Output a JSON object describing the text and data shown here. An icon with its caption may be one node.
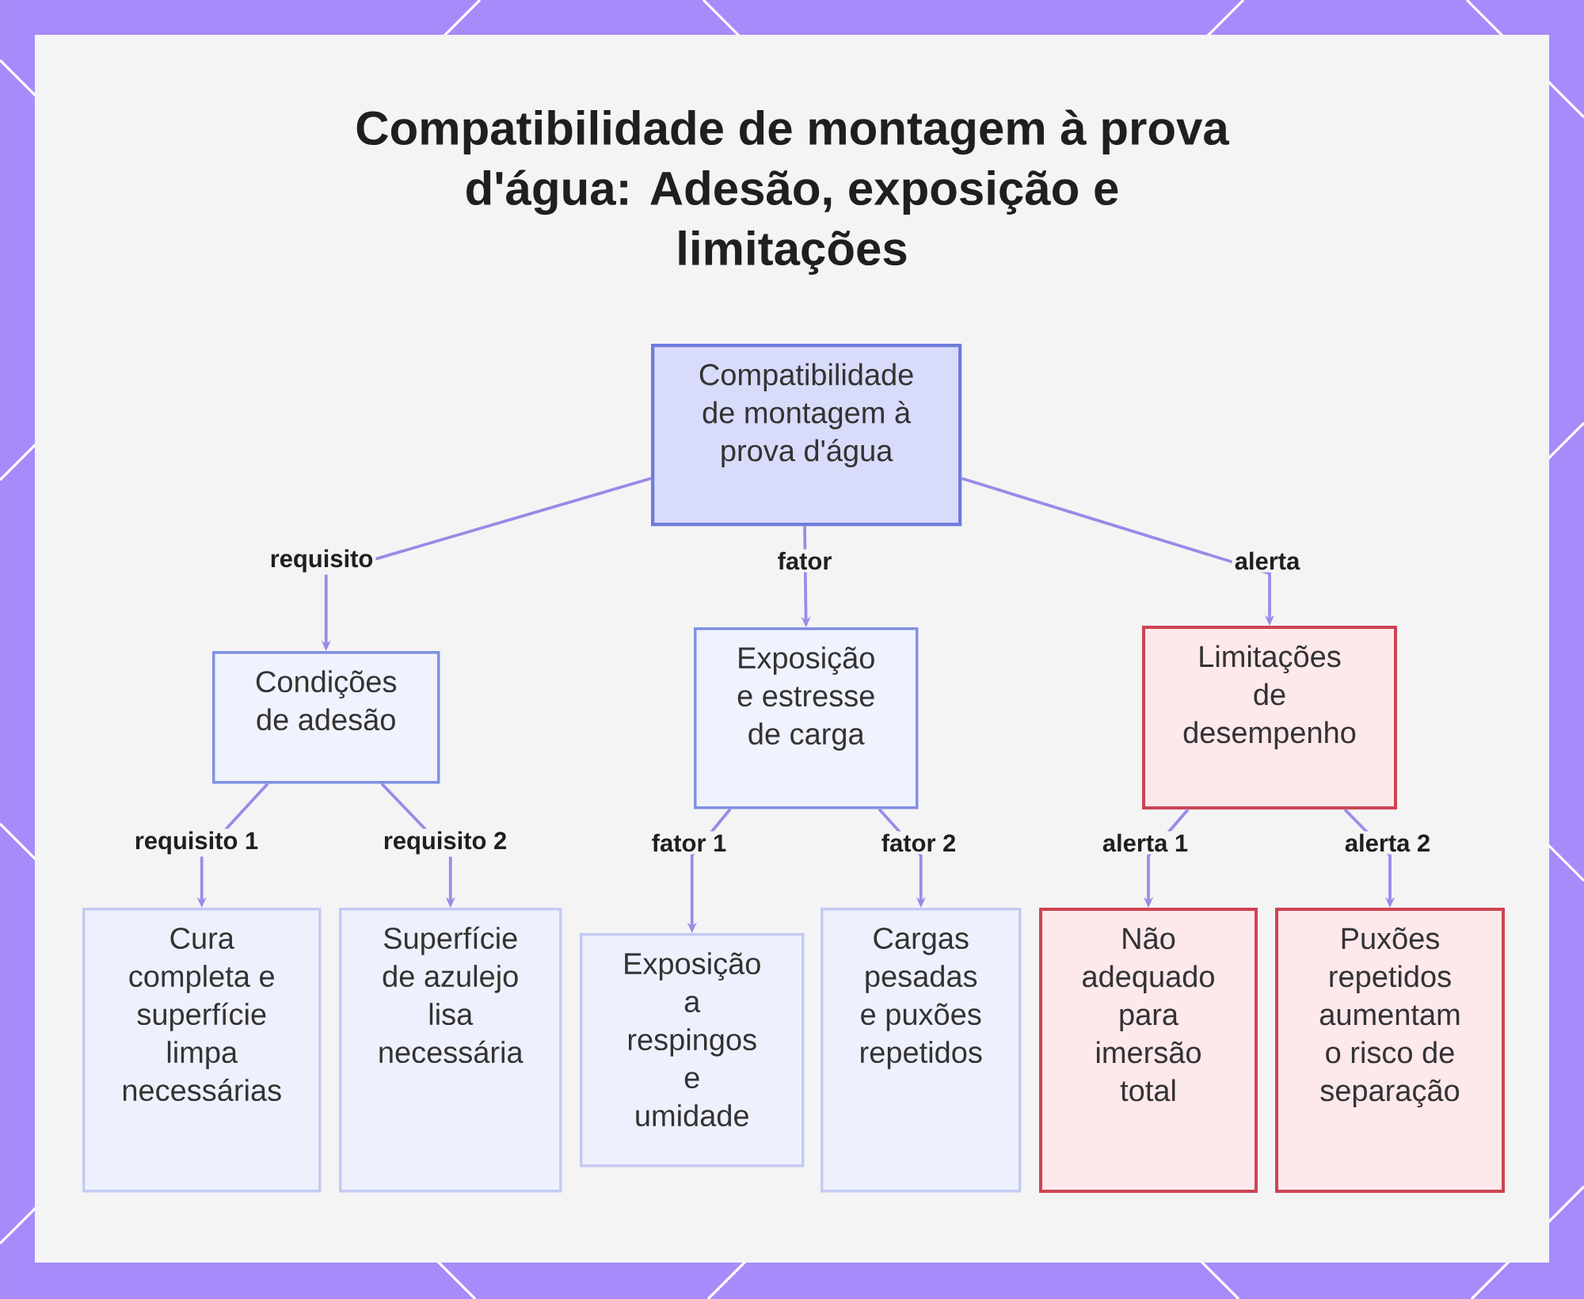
{
  "diagram": {
    "title": "Compatibilidade de montagem à prova d'água: Adesão, exposição e limitações",
    "nodes": [
      {
        "text": [
          "Compatibilidade de montagem à prova d'água"
        ]
      },
      {
        "text": [
          "Condições de adesão"
        ]
      },
      {
        "text": [
          "Exposição e estresse de carga"
        ]
      },
      {
        "text": [
          "Limitações de desempenho"
        ]
      },
      {
        "text": [
          "Cura completa e superfície limpa necessárias"
        ]
      },
      {
        "text": [
          "Superfície de azulejo lisa necessária"
        ]
      },
      {
        "text": [
          "Exposição a respingos e umidade"
        ]
      },
      {
        "text": [
          "Cargas pesadas e puxões repetidos"
        ]
      },
      {
        "text": [
          "Não adequado para imersão total"
        ]
      },
      {
        "text": [
          "Puxões repetidos aumentam o risco de separação"
        ]
      }
    ],
    "edges": [
      {
        "from": 0,
        "to": 1,
        "arrow": "to",
        "label": "requisito"
      },
      {
        "from": 0,
        "to": 2,
        "arrow": "to",
        "label": "fator"
      },
      {
        "from": 0,
        "to": 3,
        "arrow": "to",
        "label": "alerta"
      },
      {
        "from": 1,
        "to": 4,
        "arrow": "to",
        "label": "requisito 1"
      },
      {
        "from": 1,
        "to": 5,
        "arrow": "to",
        "label": "requisito 2"
      },
      {
        "from": 2,
        "to": 6,
        "arrow": "to",
        "label": "fator 1"
      },
      {
        "from": 2,
        "to": 7,
        "arrow": "to",
        "label": "fator 2"
      },
      {
        "from": 3,
        "to": 8,
        "arrow": "to",
        "label": "alerta 1"
      },
      {
        "from": 3,
        "to": 9,
        "arrow": "to",
        "label": "alerta 2"
      }
    ]
  }
}
